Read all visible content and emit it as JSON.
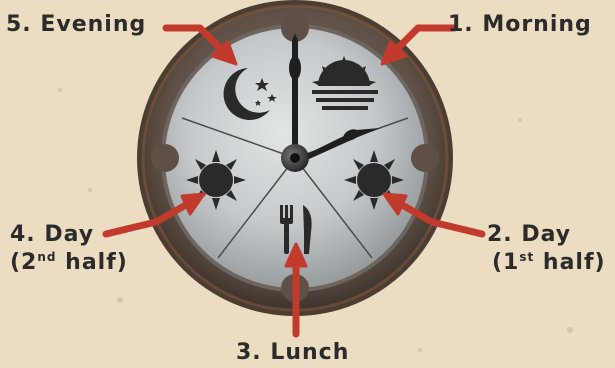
{
  "labels": {
    "morning": "1. Morning",
    "day_first_prefix": "2. Day",
    "day_first_open": "(1",
    "day_first_sup": "st",
    "day_first_close": " half)",
    "lunch": "3. Lunch",
    "day_second_prefix": "4. Day",
    "day_second_open": "(2",
    "day_second_sup": "nd",
    "day_second_close": " half)",
    "evening": "5. Evening"
  },
  "icons": {
    "evening": "moon-stars-icon",
    "morning": "sunrise-icon",
    "day_first": "sun-icon",
    "day_second": "sun-icon",
    "lunch": "fork-knife-icon"
  },
  "colors": {
    "arrow": "#c23a2c",
    "text": "#2b2b2b",
    "background": "#ecdcc2",
    "rim": "#5a4a3e",
    "face": "#c9cdcf",
    "icon": "#2a2a2a"
  }
}
